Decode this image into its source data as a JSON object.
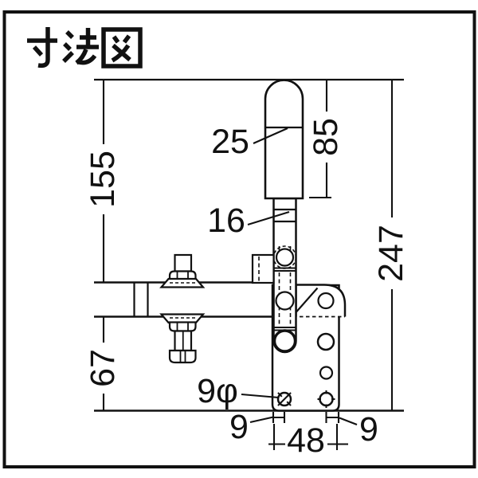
{
  "title": "寸法図",
  "colors": {
    "ink": "#111111",
    "paper": "#ffffff"
  },
  "drawing": {
    "kind": "technical-dimension-drawing",
    "subject": "vertical handle toggle clamp, side view"
  },
  "dims": {
    "upper_height": "155",
    "lower_height": "67",
    "handle_dia": "25",
    "handle_length": "85",
    "shaft_width": "16",
    "overall_height": "247",
    "hole_dia": "9φ",
    "edge_to_hole_left": "9",
    "hole_span": "48",
    "edge_to_hole_right": "9"
  }
}
